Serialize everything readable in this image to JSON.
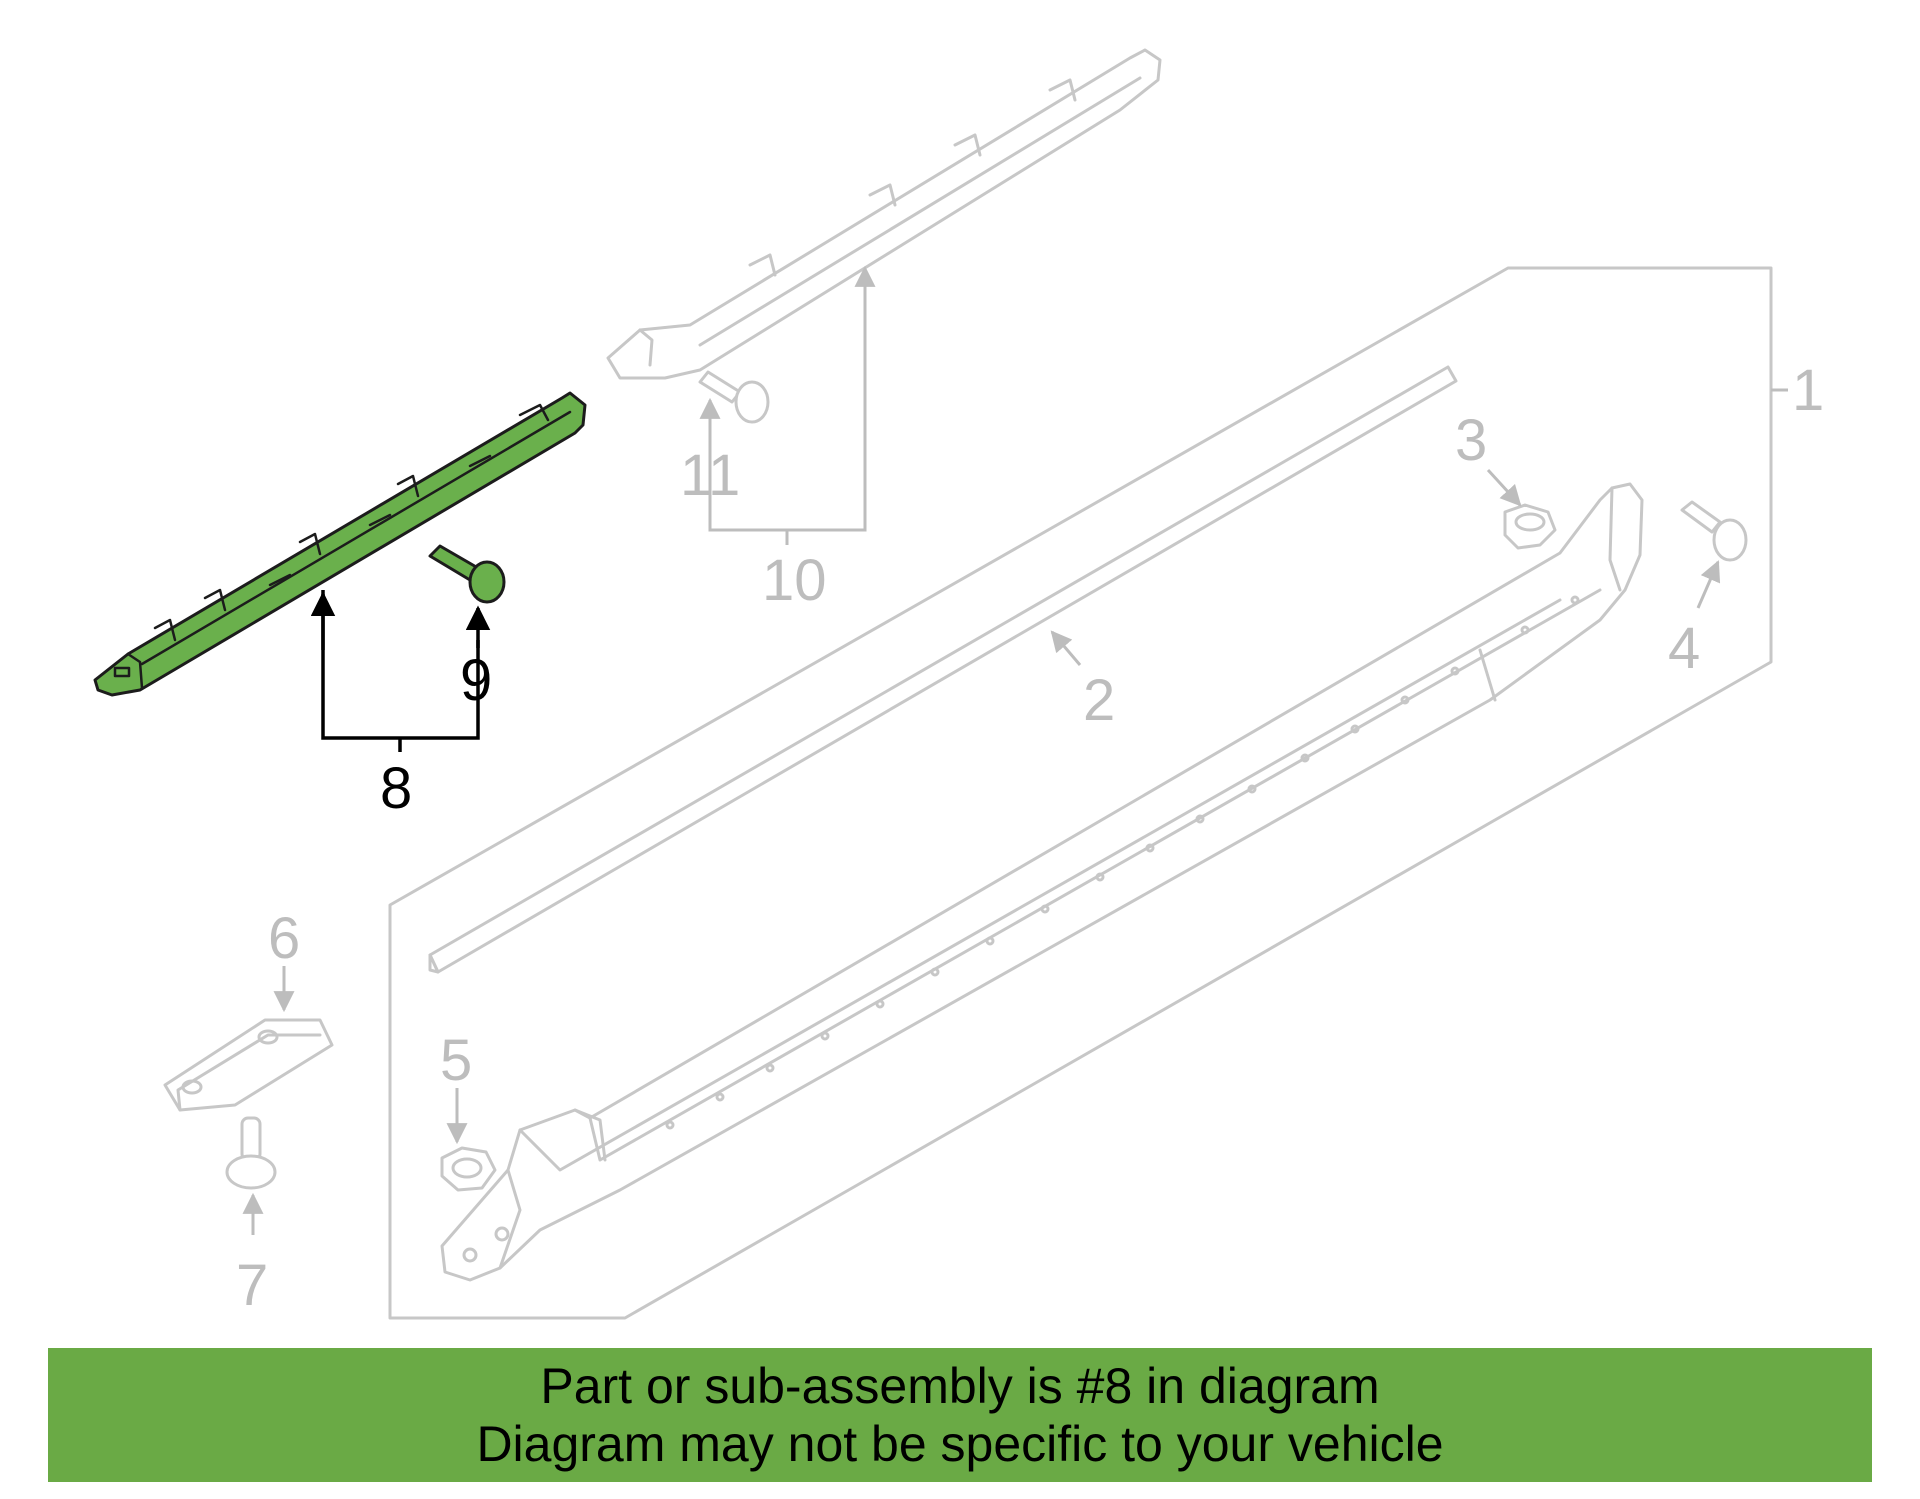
{
  "callouts": {
    "c1": "1",
    "c2": "2",
    "c3": "3",
    "c4": "4",
    "c5": "5",
    "c6": "6",
    "c7": "7",
    "c8": "8",
    "c9": "9",
    "c10": "10",
    "c11": "11"
  },
  "highlighted_part": "8",
  "colors": {
    "highlight_fill": "#6ab04c",
    "banner_background": "#6aaa45",
    "ghost_stroke": "#c7c7c7"
  },
  "banner": {
    "line1": "Part or sub-assembly is #8 in diagram",
    "line2": "Diagram may not be specific to your vehicle"
  }
}
